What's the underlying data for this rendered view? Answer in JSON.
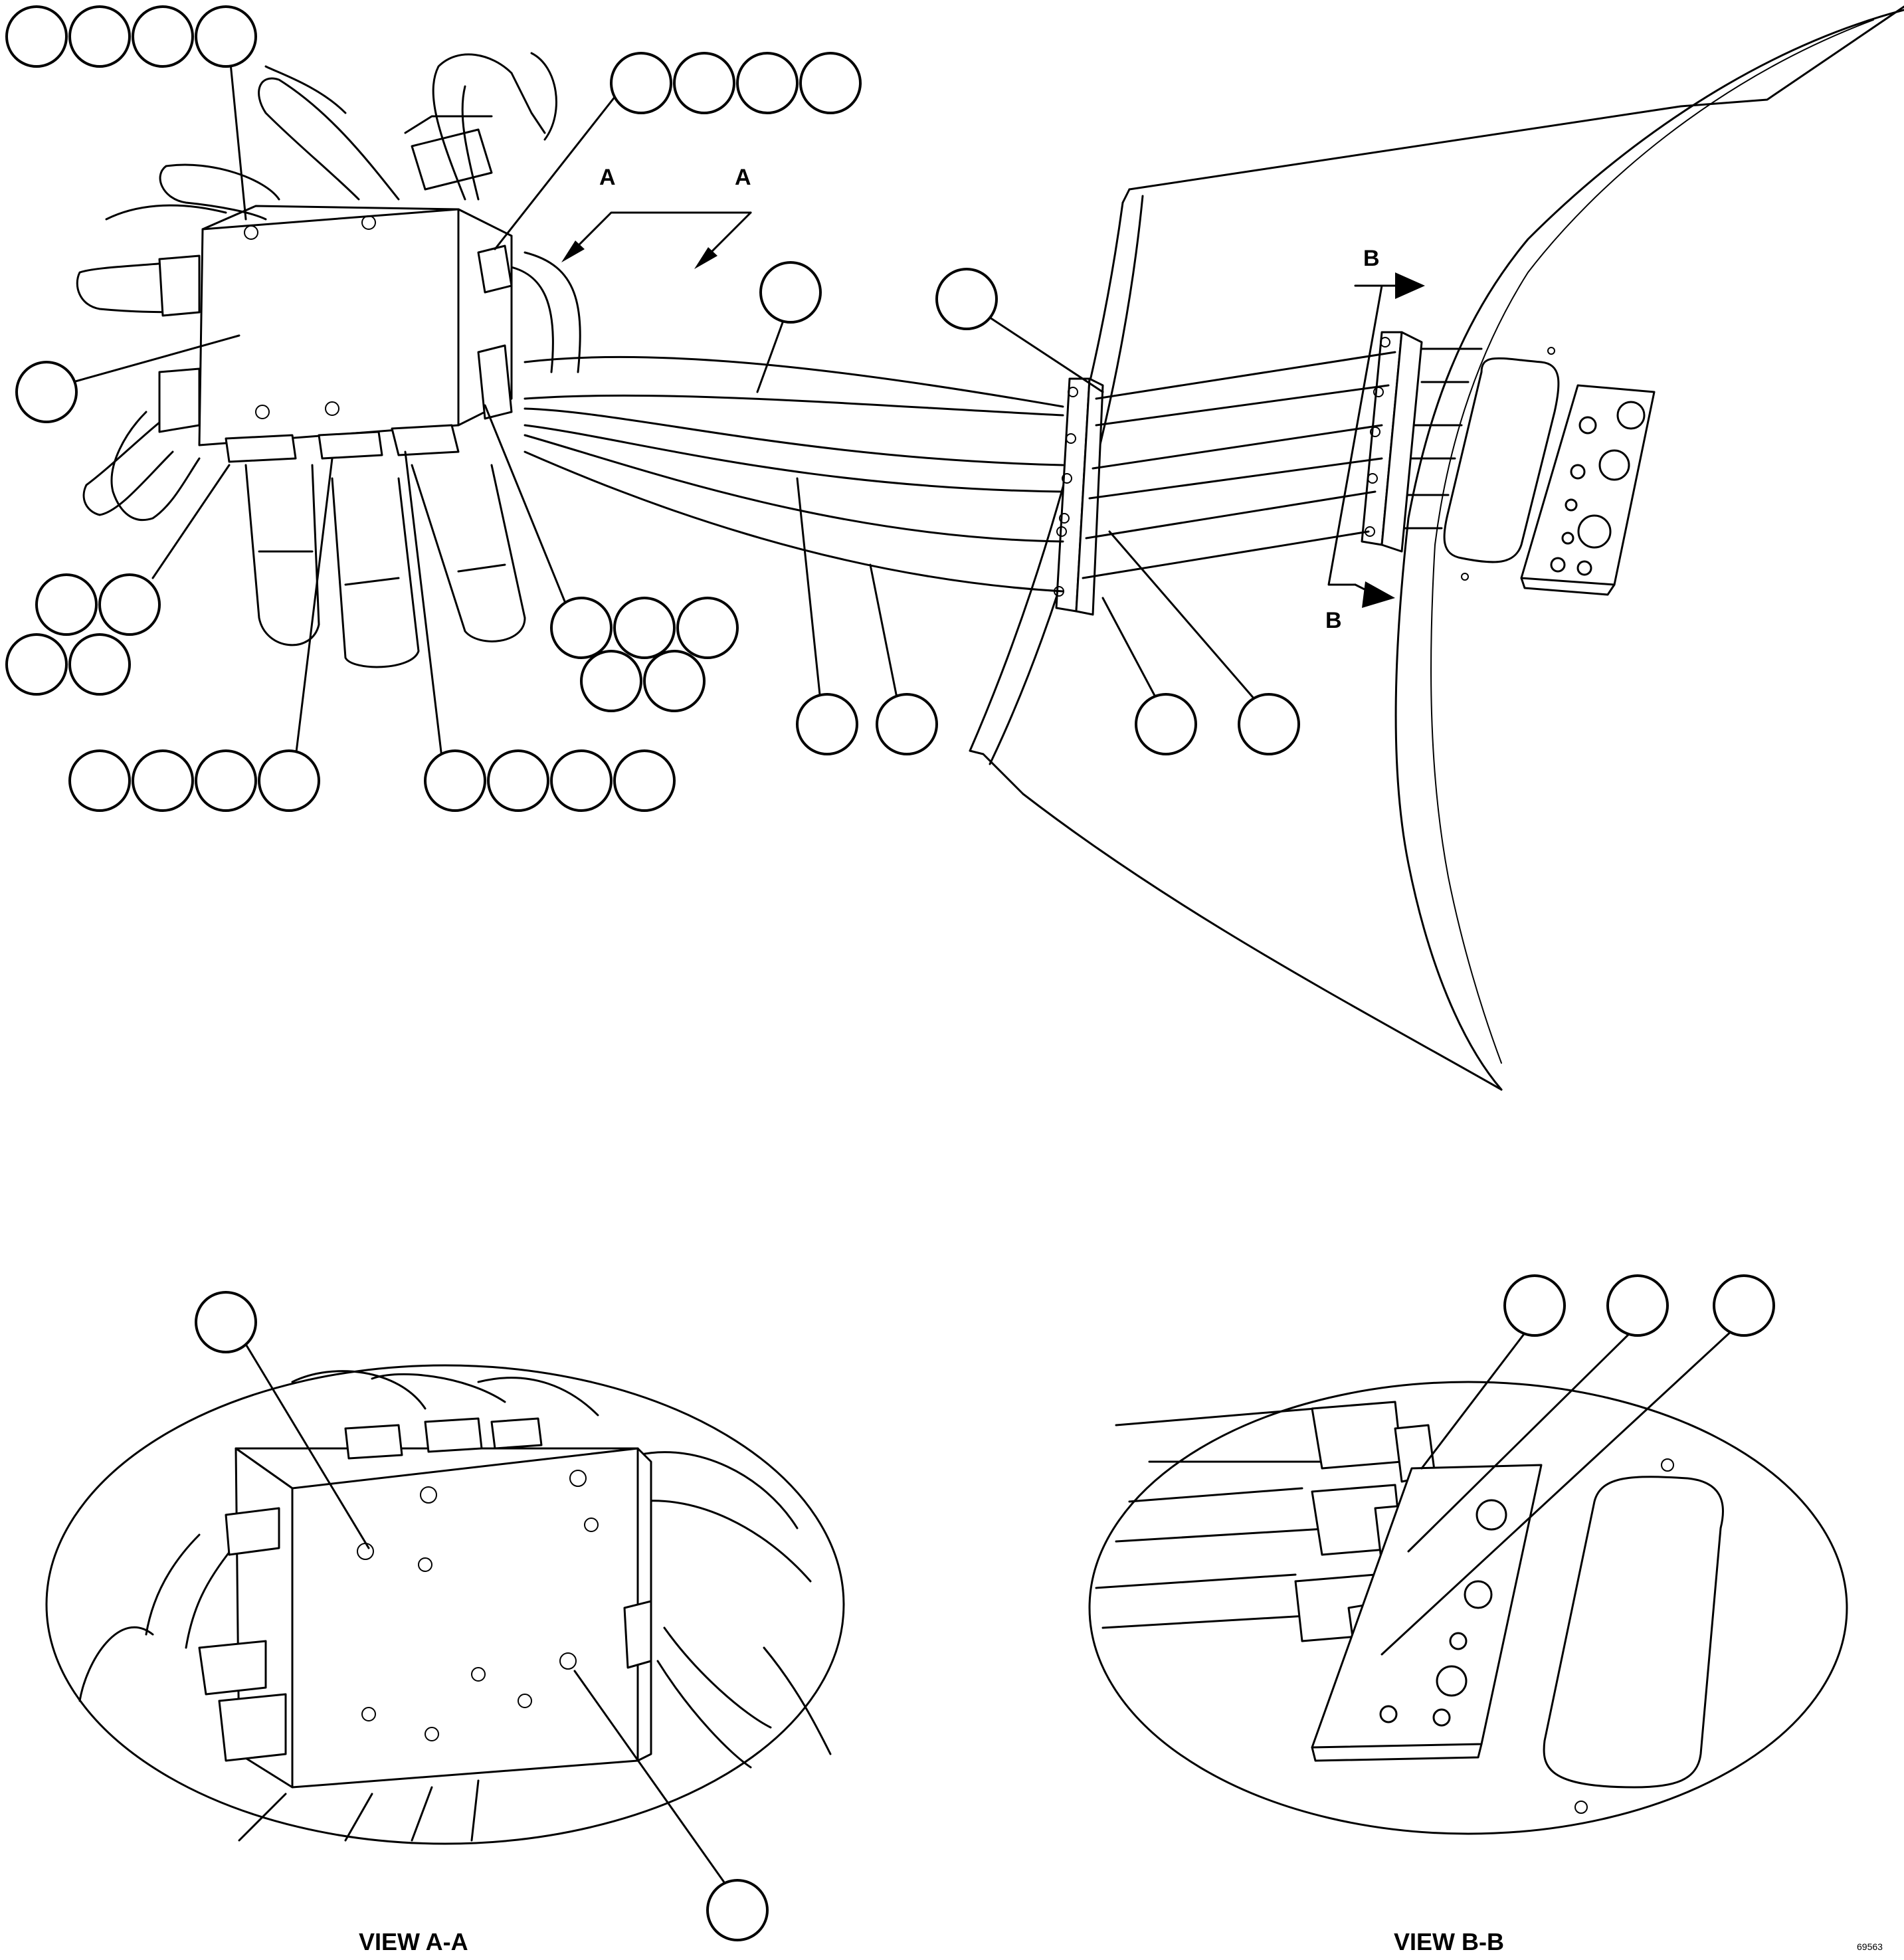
{
  "section_markers": {
    "a_left": "A",
    "a_right": "A",
    "b_top": "B",
    "b_bottom": "B"
  },
  "captions": {
    "view_a": "VIEW A-A",
    "view_b": "VIEW B-B"
  },
  "drawing_code": "69563"
}
